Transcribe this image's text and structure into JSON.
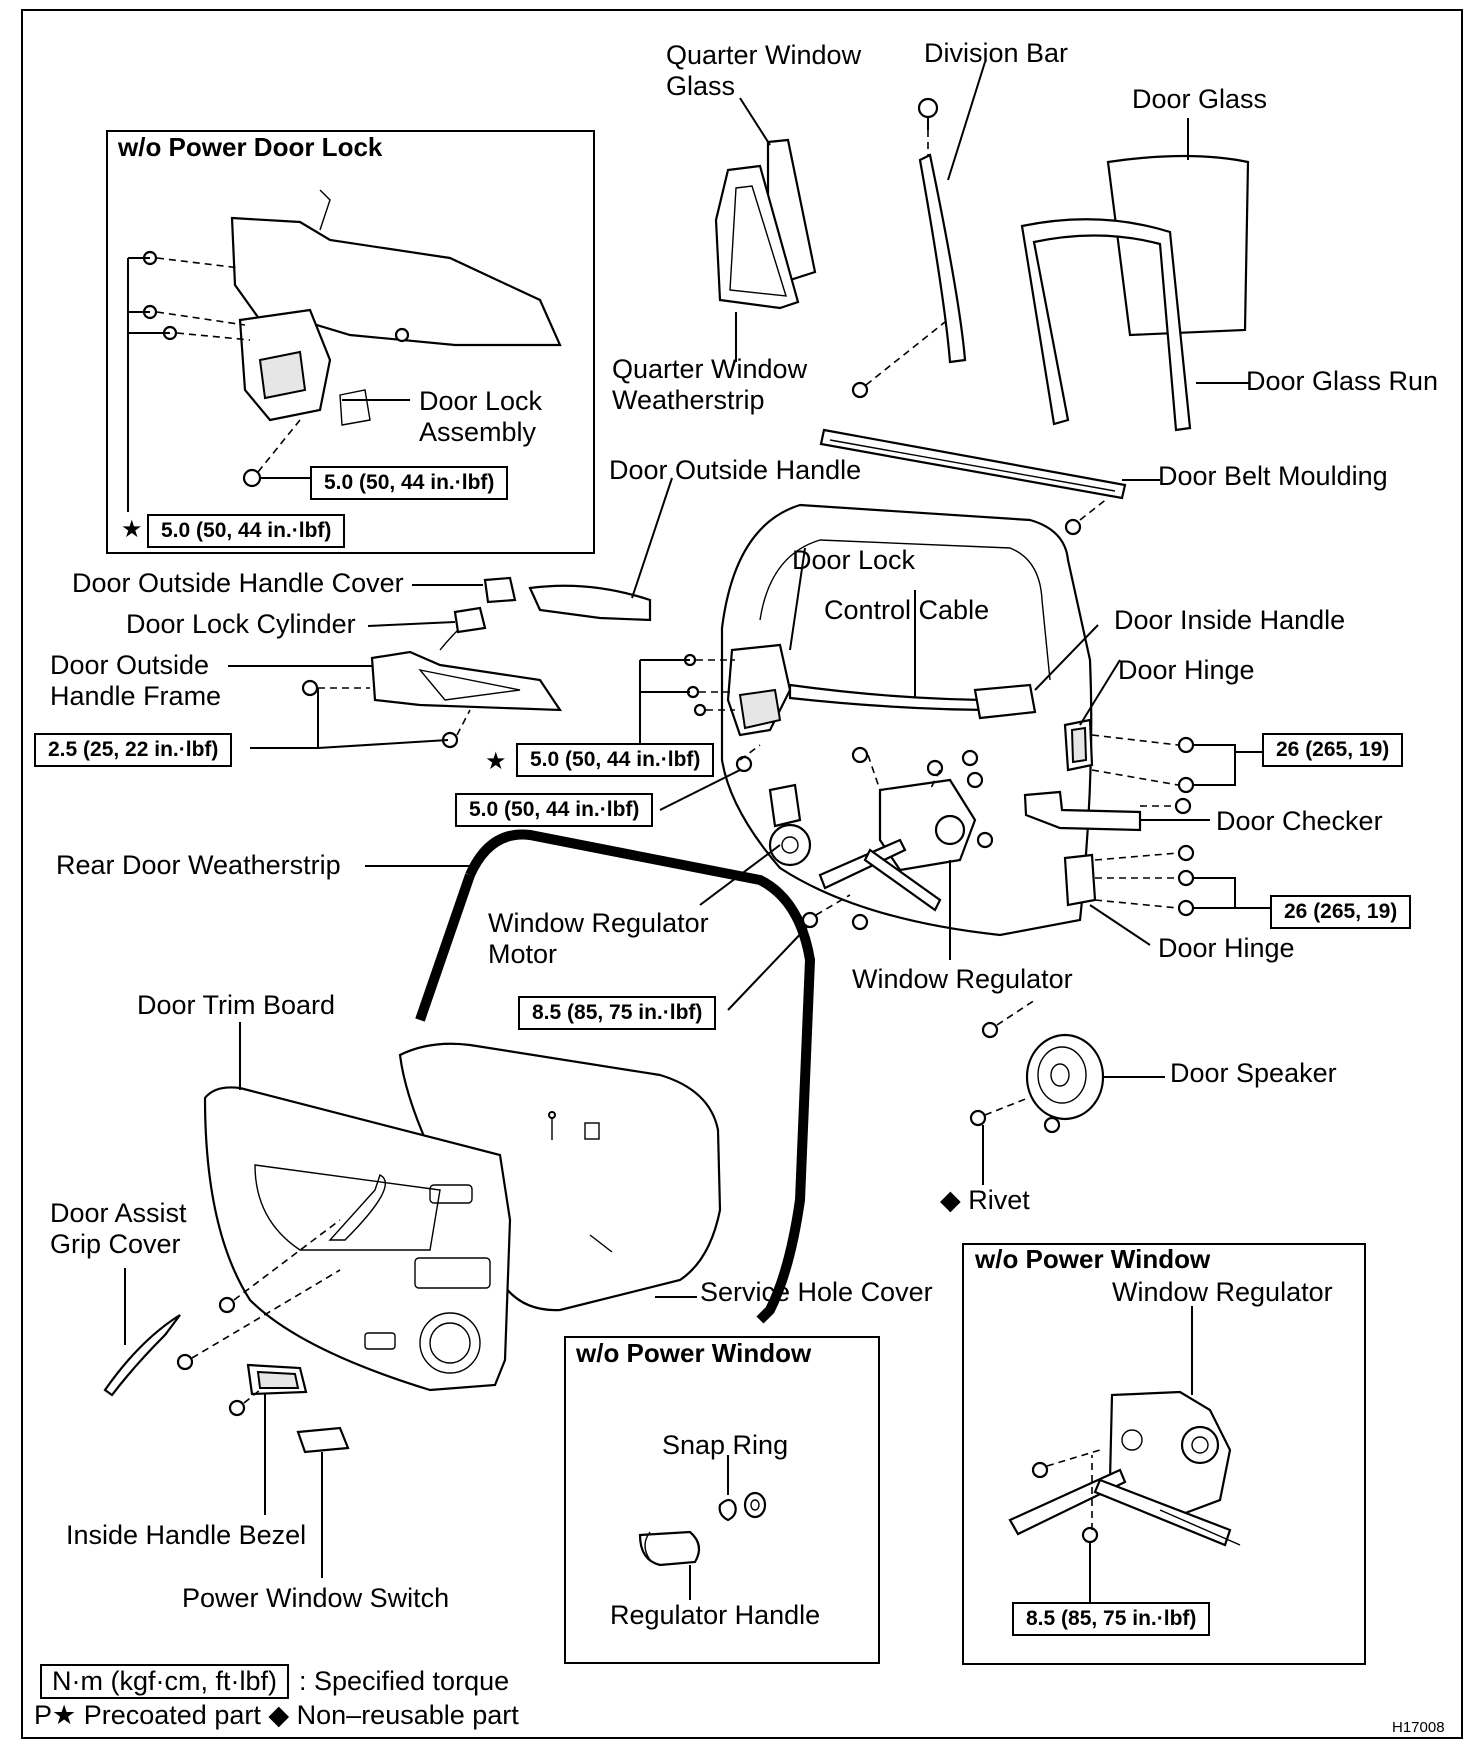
{
  "labels": {
    "quarter_window_glass": "Quarter Window\nGlass",
    "division_bar": "Division Bar",
    "door_glass": "Door Glass",
    "quarter_window_weatherstrip": "Quarter Window\nWeatherstrip",
    "door_glass_run": "Door Glass Run",
    "door_belt_moulding": "Door Belt Moulding",
    "door_outside_handle": "Door Outside Handle",
    "door_lock": "Door Lock",
    "control_cable": "Control Cable",
    "door_inside_handle": "Door Inside Handle",
    "door_hinge_top": "Door Hinge",
    "door_outside_handle_cover": "Door Outside Handle Cover",
    "door_lock_cylinder": "Door Lock Cylinder",
    "door_outside_handle_frame": "Door Outside\nHandle Frame",
    "door_checker": "Door Checker",
    "rear_door_weatherstrip": "Rear Door Weatherstrip",
    "window_regulator_motor": "Window Regulator\nMotor",
    "door_hinge_bottom": "Door Hinge",
    "window_regulator": "Window Regulator",
    "door_trim_board": "Door Trim Board",
    "door_speaker": "Door Speaker",
    "rivet": "Rivet",
    "door_assist_grip_cover": "Door Assist\nGrip Cover",
    "service_hole_cover": "Service Hole Cover",
    "inside_handle_bezel": "Inside Handle Bezel",
    "power_window_switch": "Power Window Switch",
    "door_lock_assembly": "Door Lock\nAssembly",
    "snap_ring": "Snap Ring",
    "regulator_handle": "Regulator Handle",
    "window_regulator_inset": "Window Regulator"
  },
  "torques": {
    "lock_assy": "5.0 (50, 44 in.·lbf)",
    "lock_assy_star": "5.0 (50, 44 in.·lbf)",
    "handle_frame": "2.5 (25, 22 in.·lbf)",
    "door_lock_star": "5.0 (50, 44 in.·lbf)",
    "door_lock": "5.0 (50, 44 in.·lbf)",
    "hinge_top": "26 (265, 19)",
    "hinge_bottom": "26 (265, 19)",
    "regulator": "8.5 (85, 75 in.·lbf)",
    "regulator_inset": "8.5 (85, 75 in.·lbf)"
  },
  "insets": {
    "power_door_lock_title": "w/o Power Door Lock",
    "power_window_title_1": "w/o Power Window",
    "power_window_title_2": "w/o Power Window"
  },
  "symbols": {
    "star": "★",
    "diamond": "◆"
  },
  "legend": {
    "unit": "N·m (kgf·cm, ft·lbf)",
    "unit_desc": ": Specified torque",
    "precoated_prefix": "P★",
    "precoated": "Precoated part",
    "non_reusable_symbol": "◆",
    "non_reusable": "Non–reusable part"
  },
  "figure_code": "H17008"
}
